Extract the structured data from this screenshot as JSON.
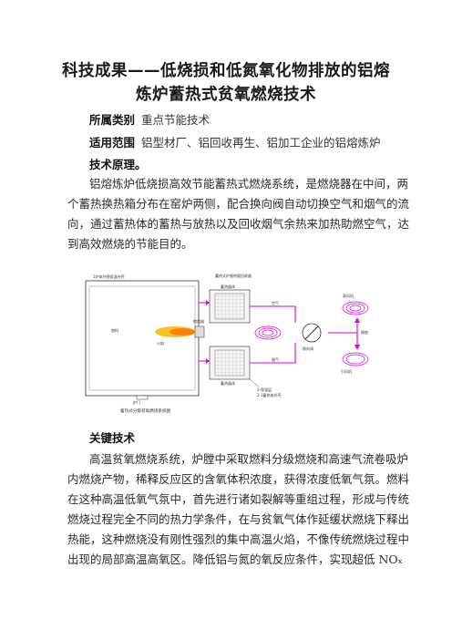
{
  "title": {
    "line1": "科技成果——低烧损和低氮氧化物排放的铝熔",
    "line2": "炼炉蓄热式贫氧燃烧技术"
  },
  "category": {
    "label": "所属类别",
    "value": "重点节能技术"
  },
  "scope": {
    "label": "适用范围",
    "value": "铝型材厂、铝回收再生、铝加工企业的铝熔炼炉"
  },
  "principle": {
    "heading": "技术原理。",
    "lines": [
      "铝熔炼炉低烧损高效节能蓄热式燃烧系统，是燃烧器在中间，两",
      "个蓄热换热箱分布在窑炉两侧，配合换向阀自动切换空气和烟气的流",
      "向，通过蓄热体的蓄热与放热以及回收烟气余热来加热助燃空气，达",
      "到高效燃烧的节能目的。"
    ]
  },
  "diagram": {
    "caption": "蓄热式分级贫氧燃烧系统图",
    "labels": {
      "furnace": "1炉体外围保温外壳",
      "regen_title": "蓄热式炉烟热量回收器",
      "regen_box_a": "蓄热器体",
      "regen_box_b": "蓄热器体",
      "outer_shell_2": "2-1蓄热体外壳",
      "insulation": "2-保温层",
      "valve": "换向阀",
      "fan": "鼓风机",
      "exhaust": "引风机",
      "burner": "燃烧器",
      "flame": "火焰",
      "air": "空气",
      "flue": "烟气",
      "fuel": "燃料",
      "door": "炉门",
      "chimney": "烟囱"
    }
  },
  "key_tech": {
    "heading": "关键技术",
    "lines": [
      "高温贫氧燃烧系统，炉膛中采取燃料分级燃烧和高速气流卷吸炉",
      "内燃烧产物，稀释反应区的含氧体积浓度，获得浓度低氧气氛。燃料",
      "在这种高温低氧气氛中，首先进行诸如裂解等重组过程，形成与传统",
      "燃烧过程完全不同的热力学条件，在与贫氧气体作延缓状燃烧下释出",
      "热能，这种燃烧没有刚性强烈的集中高温火焰，不像传统燃烧过程中",
      "出现的局部高温高氧区。降低铝与氮的氧反应条件，实现超低  NOₓ"
    ]
  },
  "colors": {
    "pipe": "#e000e0",
    "flame": "#f0a000",
    "line": "#333333"
  }
}
